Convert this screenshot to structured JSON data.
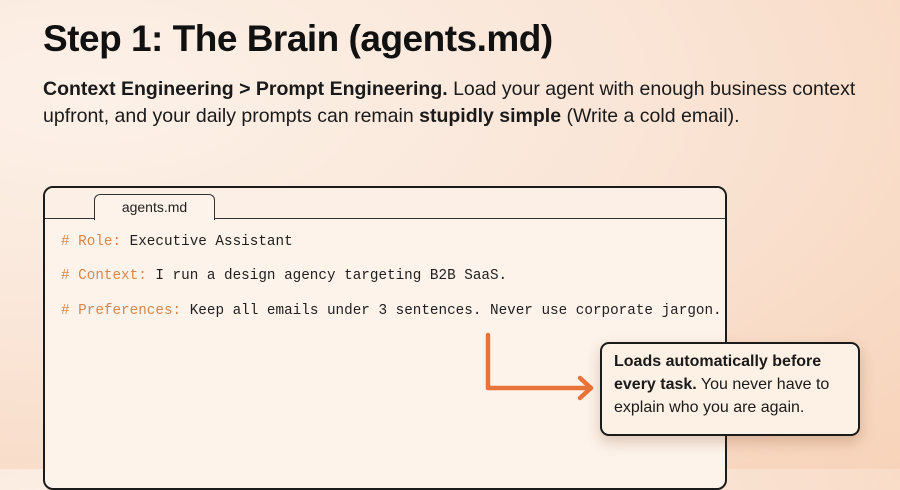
{
  "header": {
    "title": "Step 1: The Brain (agents.md)",
    "subtitle_bold_1": "Context Engineering > Prompt Engineering.",
    "subtitle_text_1": " Load your agent with enough business context upfront, and your daily prompts can remain ",
    "subtitle_bold_2": "stupidly simple",
    "subtitle_text_2": " (Write a cold email)."
  },
  "editor": {
    "tab_label": "agents.md",
    "lines": [
      {
        "key": "# Role:",
        "value": " Executive Assistant"
      },
      {
        "key": "# Context:",
        "value": " I run a design agency targeting B2B SaaS."
      },
      {
        "key": "# Preferences:",
        "value": " Keep all emails under 3 sentences. Never use corporate jargon."
      }
    ]
  },
  "callout": {
    "bold": "Loads automatically before every task.",
    "text": " You never have to explain who you are again."
  },
  "colors": {
    "accent": "#e8743a",
    "key": "#d9864a"
  }
}
